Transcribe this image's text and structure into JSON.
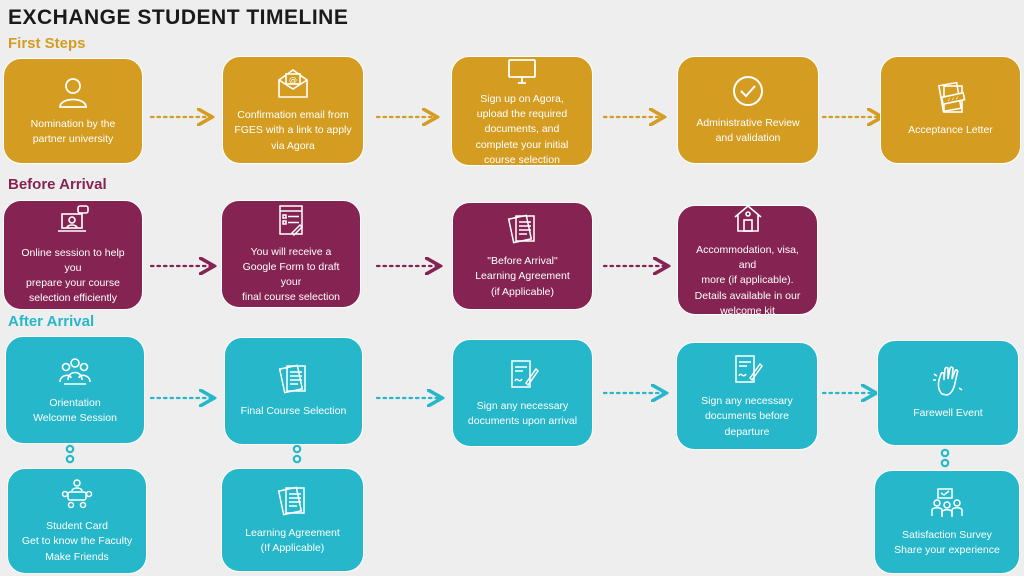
{
  "title": "EXCHANGE STUDENT TIMELINE",
  "colors": {
    "gold": "#d49d22",
    "plum": "#852452",
    "teal": "#26b8ca"
  },
  "sections": {
    "first_steps": {
      "label": "First Steps",
      "steps": [
        {
          "text": "Nomination by the\npartner university",
          "icon": "user-icon"
        },
        {
          "text": "Confirmation email from\nFGES with a link to apply\nvia Agora",
          "icon": "email-icon"
        },
        {
          "text": "Sign up on Agora,\nupload the required\ndocuments, and\ncomplete your initial\ncourse selection",
          "icon": "monitor-icon"
        },
        {
          "text": "Administrative Review\nand validation",
          "icon": "check-circle-icon"
        },
        {
          "text": "Acceptance Letter",
          "icon": "approved-document-icon"
        }
      ]
    },
    "before_arrival": {
      "label": "Before Arrival",
      "steps": [
        {
          "text": "Online session to help you\nprepare your course\nselection efficiently",
          "icon": "laptop-chat-icon"
        },
        {
          "text": "You will receive a\nGoogle Form to draft your\nfinal course selection",
          "icon": "form-icon"
        },
        {
          "text": "\"Before Arrival\"\nLearning Agreement\n(if Applicable)",
          "icon": "documents-icon"
        },
        {
          "text": "Accommodation, visa, and\nmore (if applicable).\nDetails available in our\nwelcome kit",
          "icon": "house-icon"
        }
      ]
    },
    "after_arrival": {
      "label": "After Arrival",
      "steps": [
        {
          "text": "Orientation\nWelcome Session",
          "icon": "group-icon"
        },
        {
          "text": "Final Course Selection",
          "icon": "documents-icon"
        },
        {
          "text": "Sign any necessary\ndocuments upon arrival",
          "icon": "sign-document-icon"
        },
        {
          "text": "Sign any necessary\ndocuments before departure",
          "icon": "sign-document-icon"
        },
        {
          "text": "Farewell Event",
          "icon": "waving-hand-icon"
        }
      ],
      "sub_steps": [
        {
          "text": "Student Card\nGet to know the Faculty\nMake Friends",
          "icon": "meeting-icon"
        },
        {
          "text": "Learning Agreement\n(If Applicable)",
          "icon": "documents-icon"
        },
        {
          "text": "Satisfaction Survey\nShare your experience",
          "icon": "presentation-icon"
        }
      ]
    }
  }
}
